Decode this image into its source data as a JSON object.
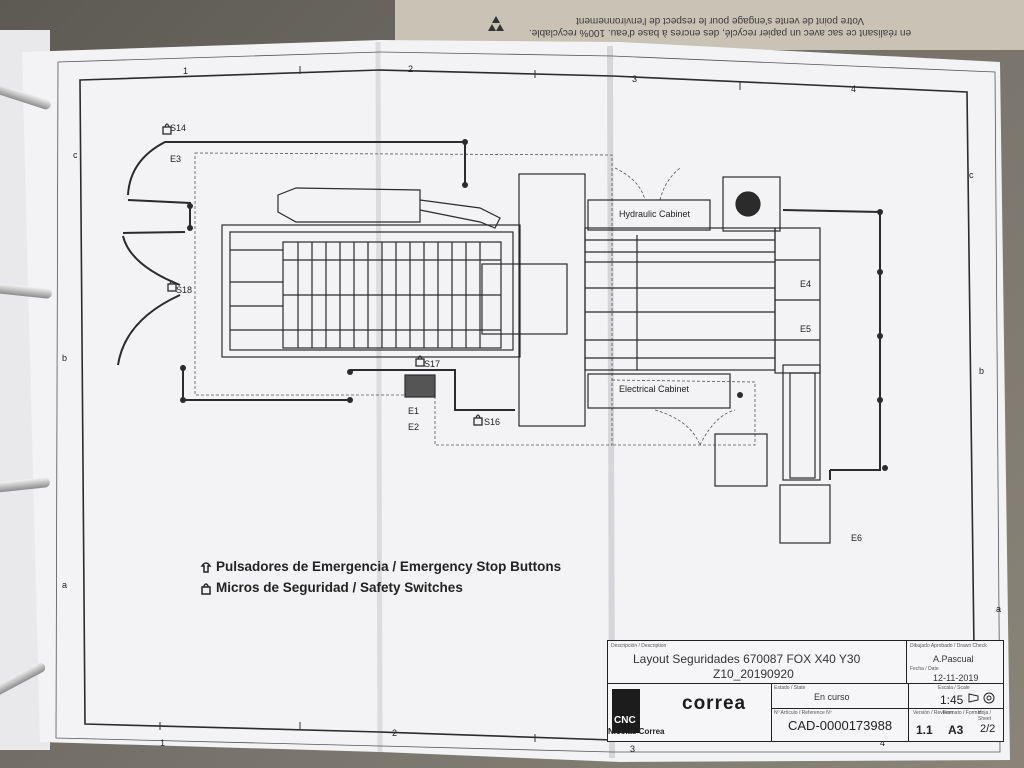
{
  "envelope_text": {
    "line1": "Votre point de vente s'engage pour le respect de l'environnement",
    "line2": "en réalisant ce sac avec un papier recyclé, des encres à base d'eau. 100% recyclable."
  },
  "grid": {
    "cols_top": [
      "1",
      "2",
      "3",
      "4"
    ],
    "cols_bottom": [
      "1",
      "2",
      "3",
      "4"
    ],
    "rows_left": [
      "c",
      "b",
      "a"
    ],
    "rows_right": [
      "c",
      "b",
      "a"
    ]
  },
  "labels": {
    "s14": "S14",
    "e3": "E3",
    "s18": "S18",
    "s17": "S17",
    "e1": "E1",
    "e2": "E2",
    "s16": "S16",
    "e4": "E4",
    "e5": "E5",
    "e6": "E6",
    "hydraulic": "Hydraulic Cabinet",
    "electrical": "Electrical Cabinet"
  },
  "legend": {
    "emergency": "Pulsadores de Emergencia / Emergency Stop Buttons",
    "safety": "Micros de Seguridad / Safety Switches"
  },
  "title_block": {
    "desc_label": "Descripción / Description",
    "title_line1": "Layout Seguridades 670087 FOX X40 Y30",
    "title_line2": "Z10_20190920",
    "drawn_label": "Dibujado Aprobado / Drawn Check",
    "drawn_by": "A.Pascual",
    "date_label": "Fecha / Date",
    "date": "12-11-2019",
    "company": "correa",
    "logo": "CNC",
    "logo_sub": "Nicolás Correa",
    "state_label": "Estado / State",
    "state": "En curso",
    "scale_label": "Escala / Scale",
    "scale": "1:45",
    "ref_label": "Nº Artículo / Reference Nº",
    "reference": "CAD-0000173988",
    "version_label": "Versión / Revision",
    "version": "1.1",
    "format_label": "Formato / Format",
    "format": "A3",
    "sheet_label": "Hoja / Sheet",
    "sheet": "2/2"
  },
  "colors": {
    "paper": "#f4f4f6",
    "line": "#2b2b2b"
  }
}
